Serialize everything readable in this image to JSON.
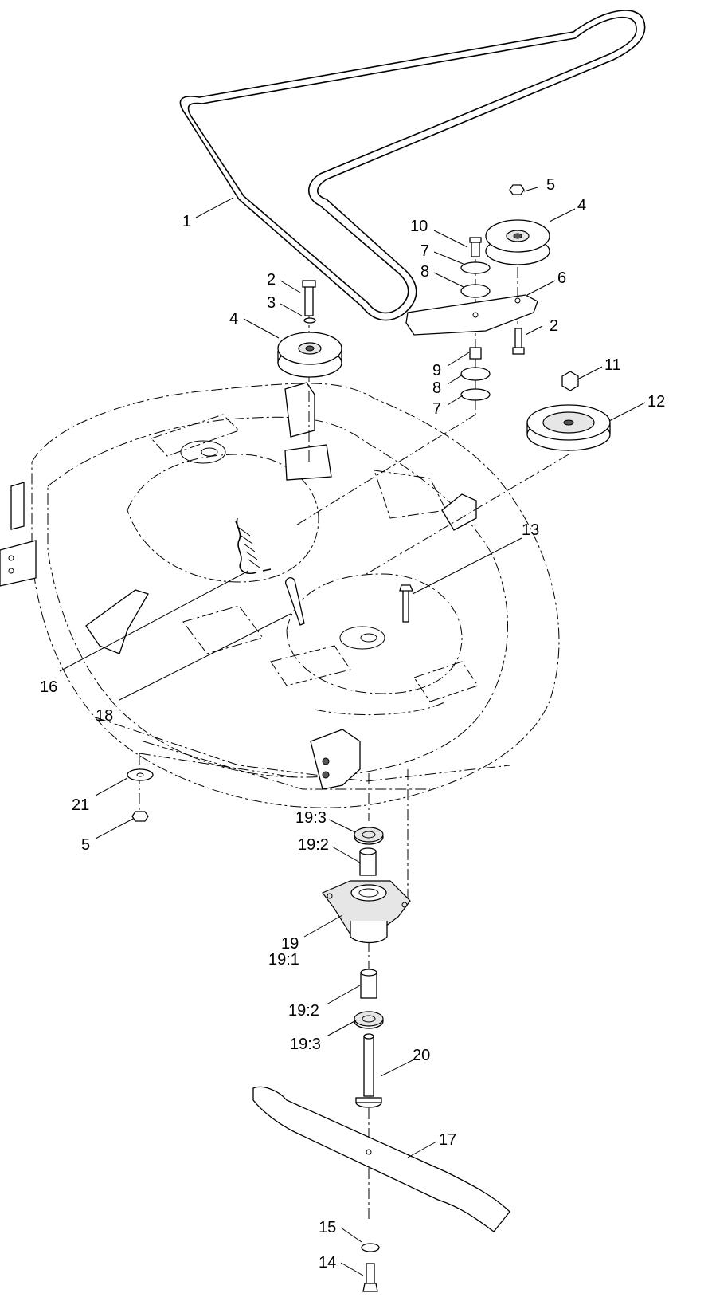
{
  "callouts": {
    "c1": "1",
    "c2a": "2",
    "c2b": "2",
    "c3": "3",
    "c4a": "4",
    "c4b": "4",
    "c5a": "5",
    "c5b": "5",
    "c6": "6",
    "c7a": "7",
    "c7b": "7",
    "c8a": "8",
    "c8b": "8",
    "c9": "9",
    "c10": "10",
    "c11": "11",
    "c12": "12",
    "c13": "13",
    "c14": "14",
    "c15": "15",
    "c16": "16",
    "c17": "17",
    "c18": "18",
    "c19": "19",
    "c19_1": "19:1",
    "c19_2a": "19:2",
    "c19_2b": "19:2",
    "c19_3a": "19:3",
    "c19_3b": "19:3",
    "c20": "20",
    "c21": "21"
  }
}
